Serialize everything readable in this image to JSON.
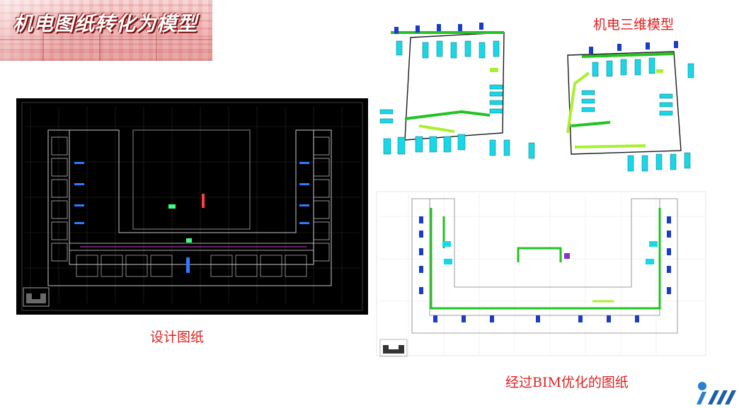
{
  "header": {
    "title": "机电图纸转化为模型"
  },
  "captions": {
    "design_drawing": "设计图纸",
    "mep_3d_model": "机电三维模型",
    "bim_optimized_drawing": "经过BIM优化的图纸"
  },
  "colors": {
    "caption": "#e02020",
    "cad_background": "#000000",
    "pipe_green": "#22c322",
    "pipe_lime": "#a8f030",
    "equipment_cyan": "#18d8e8",
    "equipment_blue": "#1a3cc8",
    "header_accent": "#c82828"
  }
}
